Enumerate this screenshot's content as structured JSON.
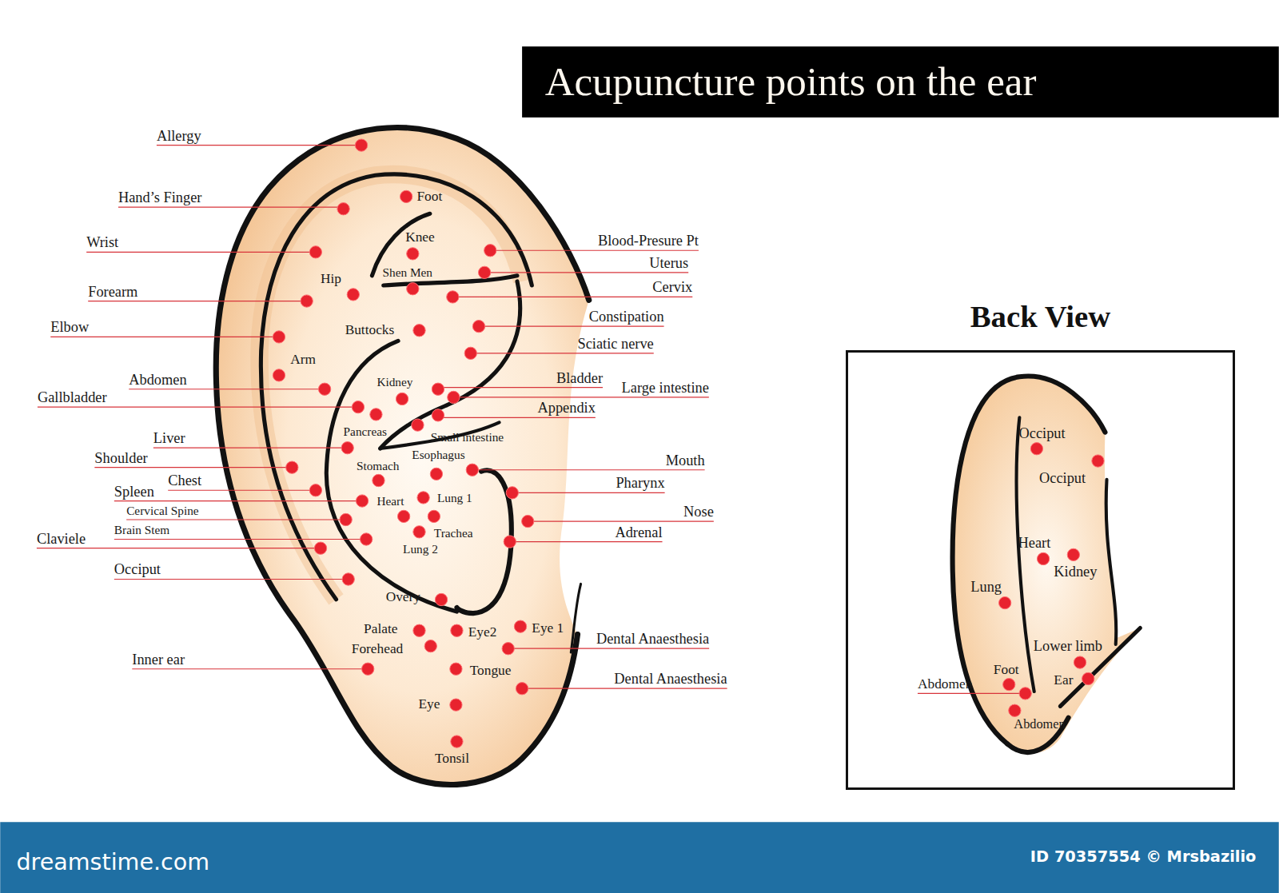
{
  "diagram": {
    "title": "Acupuncture points on the ear",
    "nodes": [
      {
        "text": [
          "Back View"
        ]
      }
    ],
    "labels": [
      "Allergy",
      "Hand’s Finger",
      "Wrist",
      "Forearm",
      "Elbow",
      "Abdomen",
      "Gallbladder",
      "Liver",
      "Shoulder",
      "Chest",
      "Spleen",
      "Cervical Spine",
      "Brain Stem",
      "Claviele",
      "Occiput",
      "Inner ear",
      "Blood-Presure Pt",
      "Uterus",
      "Cervix",
      "Constipation",
      "Sciatic nerve",
      "Bladder",
      "Large intestine",
      "Appendix",
      "Mouth",
      "Pharynx",
      "Nose",
      "Adrenal",
      "Dental Anaesthesia",
      "Dental Anaesthesia",
      "Foot",
      "Knee",
      "Hip",
      "Shen Men",
      "Buttocks",
      "Arm",
      "Kidney",
      "Pancreas",
      "Small intestine",
      "Esophagus",
      "Stomach",
      "Heart",
      "Lung 1",
      "Trachea",
      "Lung 2",
      "Overy",
      "Palate",
      "Eye2",
      "Eye 1",
      "Forehead",
      "Tongue",
      "Eye",
      "Tonsil",
      "Occiput",
      "Occiput",
      "Heart",
      "Kidney",
      "Lung",
      "Lower limb",
      "Foot",
      "Ear",
      "Abdomen",
      "Abdomen",
      "dreamstime.com",
      "ID 70357554 © Mrsbazilio"
    ]
  }
}
